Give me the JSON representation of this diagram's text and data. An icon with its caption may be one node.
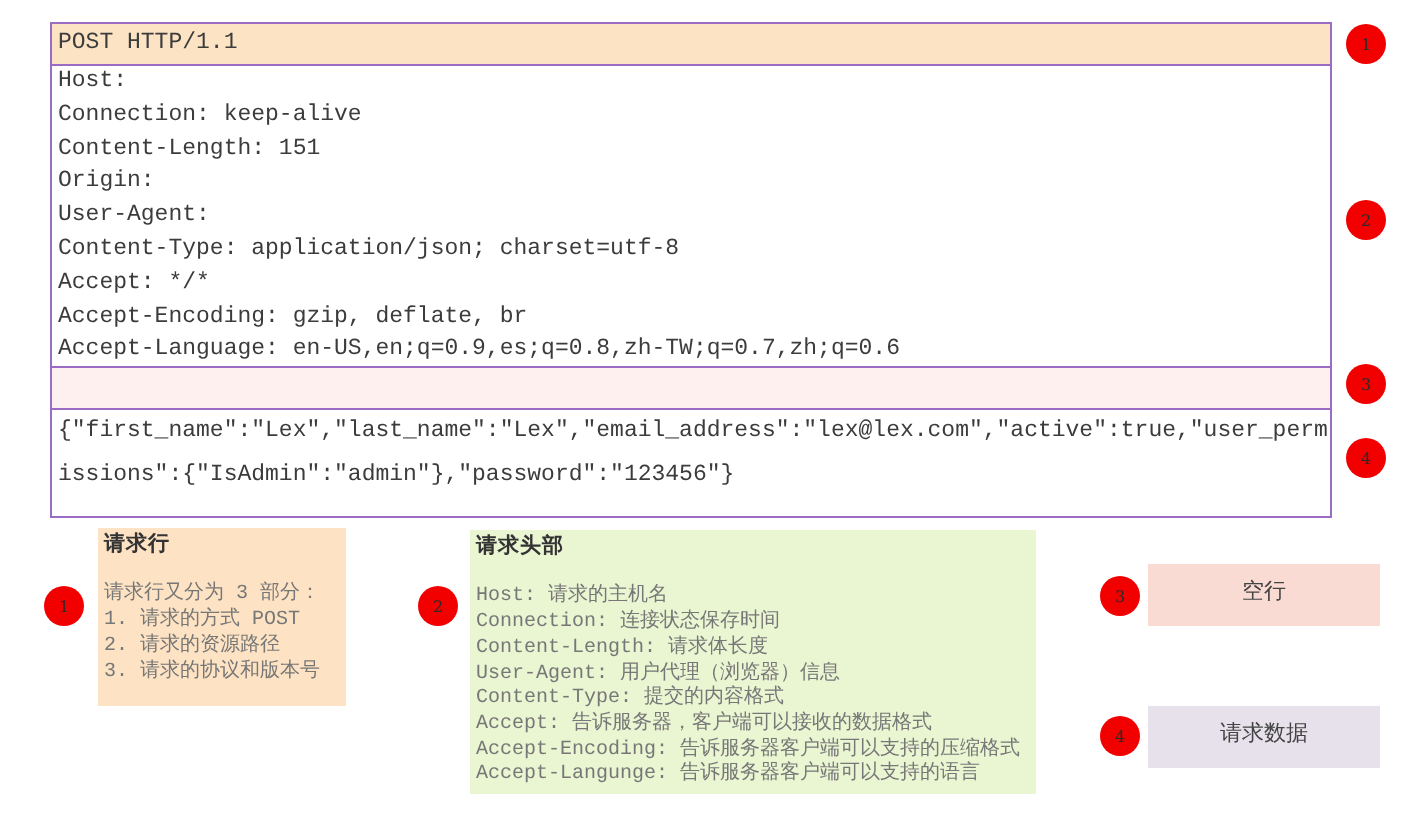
{
  "diagram": {
    "nodes": [
      {
        "text": [
          "POST HTTP/1.1"
        ]
      },
      {
        "text": [
          "1"
        ]
      },
      {
        "text": [
          "Host:",
          "Connection: keep-alive",
          "Content-Length: 151",
          "Origin:",
          "User-Agent:",
          "Content-Type: application/json; charset=utf-8",
          "Accept: */*",
          "Accept-Encoding: gzip, deflate, br",
          "Accept-Language: en-US,en;q=0.9,es;q=0.8,zh-TW;q=0.7,zh;q=0.6"
        ]
      },
      {
        "text": [
          "2"
        ]
      },
      {
        "text": [],
        "shape": "box"
      },
      {
        "text": [
          "3"
        ]
      },
      {
        "text": [
          "{\"first_name\":\"Lex\",\"last_name\":\"Lex\",\"email_address\":\"lex@lex.com\",\"active\":true,\"user_permissions\":{\"IsAdmin\":\"admin\"},\"password\":\"123456\"}"
        ]
      },
      {
        "text": [
          "4"
        ]
      },
      {
        "text": [
          "1"
        ]
      },
      {
        "text": [
          "请求行",
          "请求行又分为 3 部分：",
          "1. 请求的方式 POST",
          "2. 请求的资源路径",
          "3. 请求的协议和版本号"
        ]
      },
      {
        "text": [
          "2"
        ]
      },
      {
        "text": [
          "请求头部",
          "Host: 请求的主机名",
          "Connection: 连接状态保存时间",
          "Content-Length: 请求体长度",
          "User-Agent: 用户代理（浏览器）信息",
          "Content-Type: 提交的内容格式",
          "Accept: 告诉服务器，客户端可以接收的数据格式",
          "Accept-Encoding: 告诉服务器客户端可以支持的压缩格式",
          "Accept-Langunge: 告诉服务器客户端可以支持的语言"
        ]
      },
      {
        "text": [
          "3"
        ]
      },
      {
        "text": [
          "空行"
        ]
      },
      {
        "text": [
          "4"
        ]
      },
      {
        "text": [
          "请求数据"
        ]
      }
    ]
  }
}
